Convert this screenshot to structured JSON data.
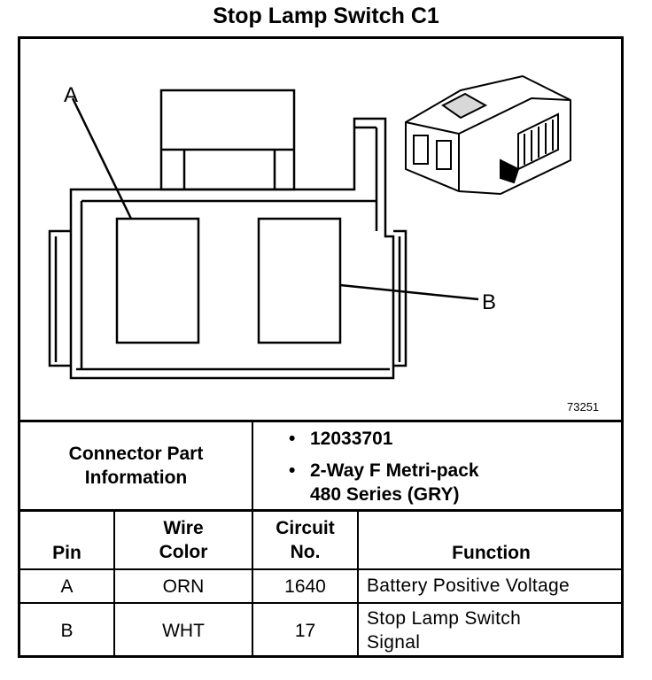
{
  "title": "Stop Lamp Switch C1",
  "diagram": {
    "pin_label_a": "A",
    "pin_label_b": "B",
    "image_id": "73251"
  },
  "connector_info": {
    "label_line1": "Connector Part",
    "label_line2": "Information",
    "part_number": "12033701",
    "description_line1": "2-Way F Metri-pack",
    "description_line2": "480 Series (GRY)",
    "bullet": "•"
  },
  "table": {
    "headers": {
      "pin": "Pin",
      "wire_color_line1": "Wire",
      "wire_color_line2": "Color",
      "circuit_line1": "Circuit",
      "circuit_line2": "No.",
      "function": "Function"
    },
    "rows": [
      {
        "pin": "A",
        "wire_color": "ORN",
        "circuit": "1640",
        "function_line1": "Battery Positive Voltage",
        "function_line2": ""
      },
      {
        "pin": "B",
        "wire_color": "WHT",
        "circuit": "17",
        "function_line1": "Stop Lamp Switch",
        "function_line2": "Signal"
      }
    ]
  }
}
